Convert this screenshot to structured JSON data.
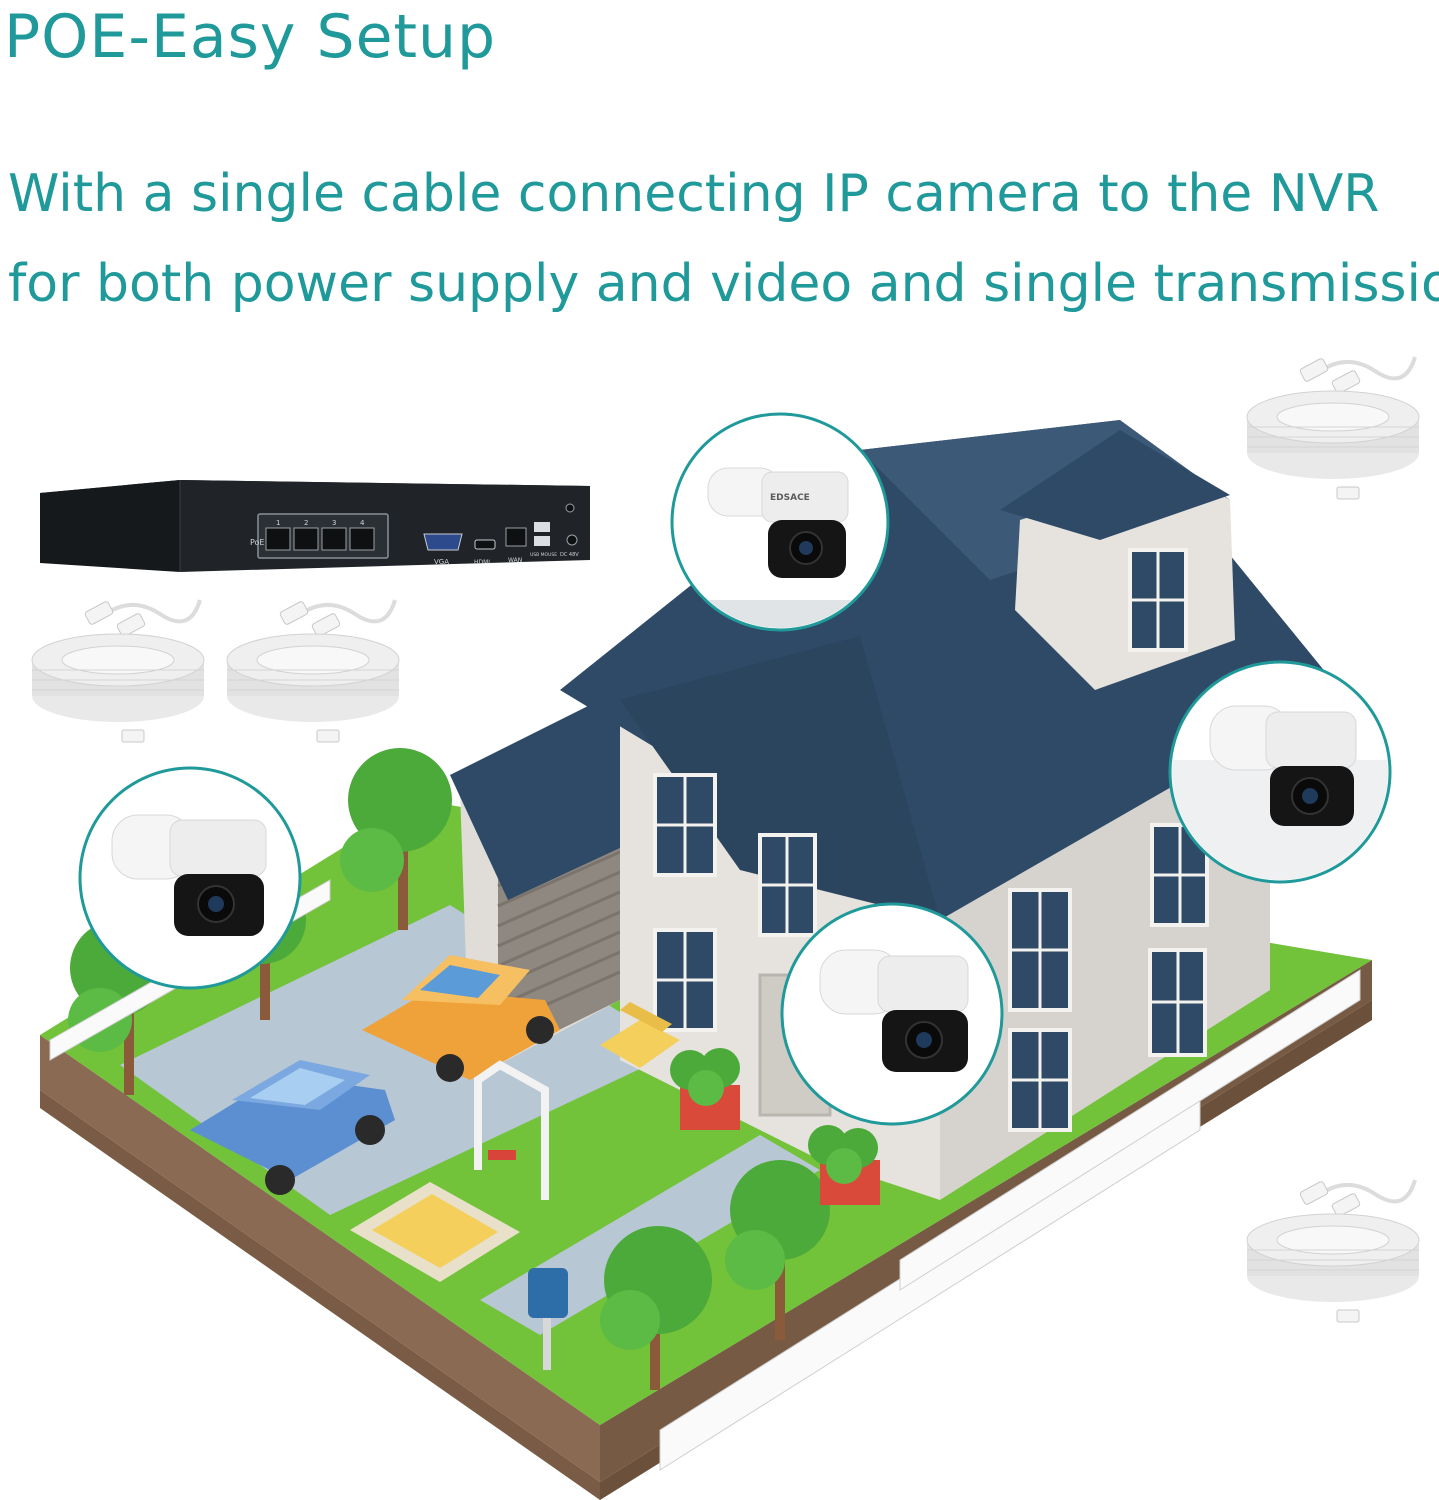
{
  "header": {
    "title": "POE-Easy Setup",
    "subtitle_line1": "With a single cable connecting IP camera to the NVR",
    "subtitle_line2": "for both power supply and video and single transmission."
  },
  "nvr": {
    "port_group_label": "PoE",
    "port_numbers": [
      "1",
      "2",
      "3",
      "4"
    ],
    "vga_label": "VGA",
    "hdmi_label": "HDMI",
    "wan_label": "WAN",
    "usb_label": "USB MOUSE",
    "power_label": "DC 48V"
  },
  "camera": {
    "brand": "EDSACE"
  },
  "colors": {
    "accent_teal": "#1f9999",
    "roof": "#2e4a66",
    "wall": "#e4e2de",
    "grass": "#72c23a",
    "soil": "#8a6a52",
    "car_orange": "#f0a23a",
    "car_blue": "#5b8fd1"
  }
}
